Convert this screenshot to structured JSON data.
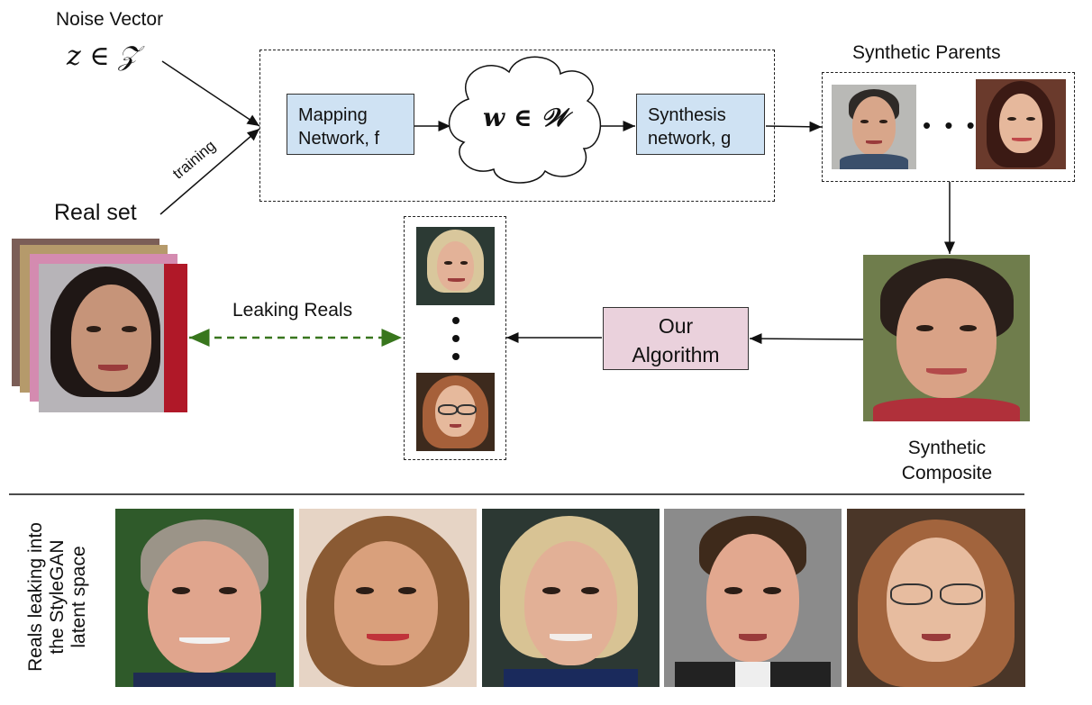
{
  "noise": {
    "label": "Noise Vector",
    "math": "z ∈ 𝒵"
  },
  "training_label": "training",
  "real_set_label": "Real set",
  "mapping": {
    "line1": "Mapping",
    "line2": "Network, f"
  },
  "w_math": "w ∈ 𝒲",
  "synthesis": {
    "line1": "Synthesis",
    "line2": "network, g"
  },
  "parents": {
    "label": "Synthetic Parents",
    "dots": "• • •"
  },
  "composite": {
    "line1": "Synthetic",
    "line2": "Composite"
  },
  "algorithm": {
    "line1": "Our",
    "line2": "Algorithm"
  },
  "leaking_label": "Leaking Reals",
  "bottom": {
    "side_line1": "Reals leaking into",
    "side_line2": "the StyleGAN",
    "side_line3": "latent space"
  },
  "colors": {
    "blue_box": "#cfe2f3",
    "pink_box": "#ead1dc",
    "green_arrow": "#38761d"
  },
  "icons": {
    "cloud": "cloud-shape",
    "arrow": "arrow-right"
  }
}
